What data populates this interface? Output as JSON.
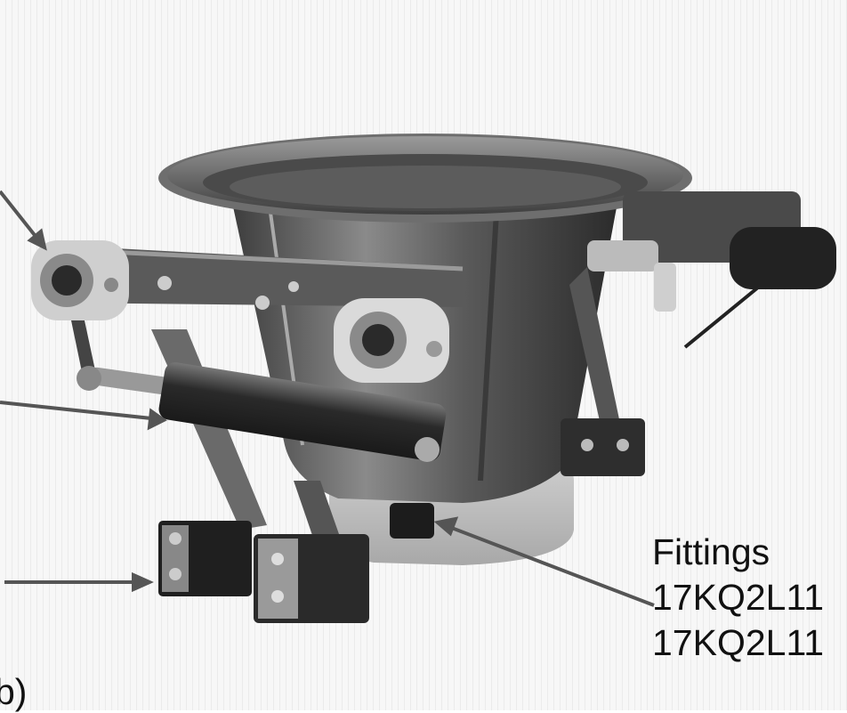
{
  "labels": {
    "fittings_title": "Fittings",
    "fittings_part_1": "17KQ2L11",
    "fittings_part_2": "17KQ2L11",
    "figure_marker": "b)"
  },
  "colors": {
    "background": "#f7f7f7",
    "metal_dark": "#2b2b2b",
    "metal_mid": "#6f6f6f",
    "metal_light": "#bdbdbd",
    "arrow": "#555555"
  }
}
